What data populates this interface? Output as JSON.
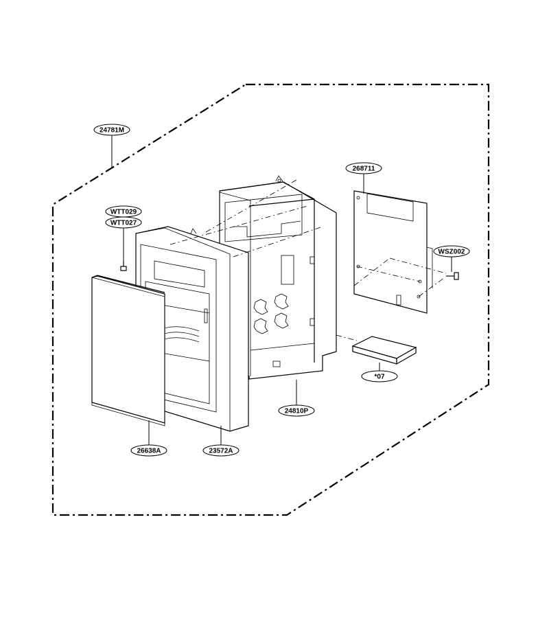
{
  "parts": [
    {
      "id": "p1",
      "label": "24781M"
    },
    {
      "id": "p2",
      "label": "WTT029"
    },
    {
      "id": "p3",
      "label": "WTT027"
    },
    {
      "id": "p4",
      "label": "268711"
    },
    {
      "id": "p5",
      "label": "WSZ002"
    },
    {
      "id": "p6",
      "label": "*07"
    },
    {
      "id": "p7",
      "label": "24810P"
    },
    {
      "id": "p8",
      "label": "26638A"
    },
    {
      "id": "p9",
      "label": "23572A"
    }
  ]
}
